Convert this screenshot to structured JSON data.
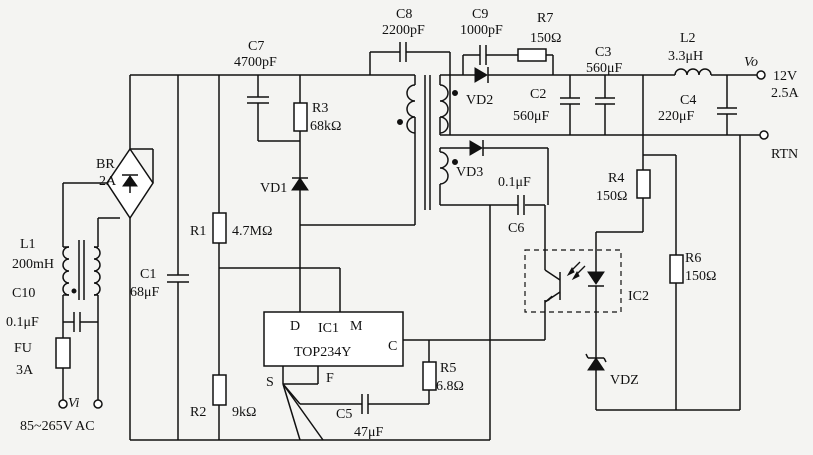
{
  "labels": {
    "br": "BR",
    "br_val": "2A",
    "l1": "L1",
    "l1_val": "200mH",
    "c10": "C10",
    "c10_val": "0.1μF",
    "fu": "FU",
    "fu_val": "3A",
    "vi": "Vi",
    "vi_range": "85~265V AC",
    "c1": "C1",
    "c1_val": "68μF",
    "c7": "C7",
    "c7_val": "4700pF",
    "r3": "R3",
    "r3_val": "68kΩ",
    "vd1": "VD1",
    "r1": "R1",
    "r1_val": "4.7MΩ",
    "r2": "R2",
    "r2_val": "9kΩ",
    "ic1": "IC1",
    "ic1_part": "TOP234Y",
    "pin_d": "D",
    "pin_m": "M",
    "pin_c": "C",
    "pin_s": "S",
    "pin_f": "F",
    "r5": "R5",
    "r5_val": "6.8Ω",
    "c5": "C5",
    "c5_val": "47μF",
    "c8": "C8",
    "c8_val": "2200pF",
    "c9": "C9",
    "c9_val": "1000pF",
    "r7": "R7",
    "r7_val": "150Ω",
    "vd2": "VD2",
    "c2": "C2",
    "c2_val": "560μF",
    "c3": "C3",
    "c3_val": "560μF",
    "l2": "L2",
    "l2_val": "3.3μH",
    "c4": "C4",
    "c4_val": "220μF",
    "vo": "Vo",
    "out_v": "12V",
    "out_a": "2.5A",
    "rtn": "RTN",
    "vd3": "VD3",
    "c6_val": "0.1μF",
    "c6": "C6",
    "r4": "R4",
    "r4_val": "150Ω",
    "r6": "R6",
    "r6_val": "150Ω",
    "ic2": "IC2",
    "vdz": "VDZ"
  }
}
